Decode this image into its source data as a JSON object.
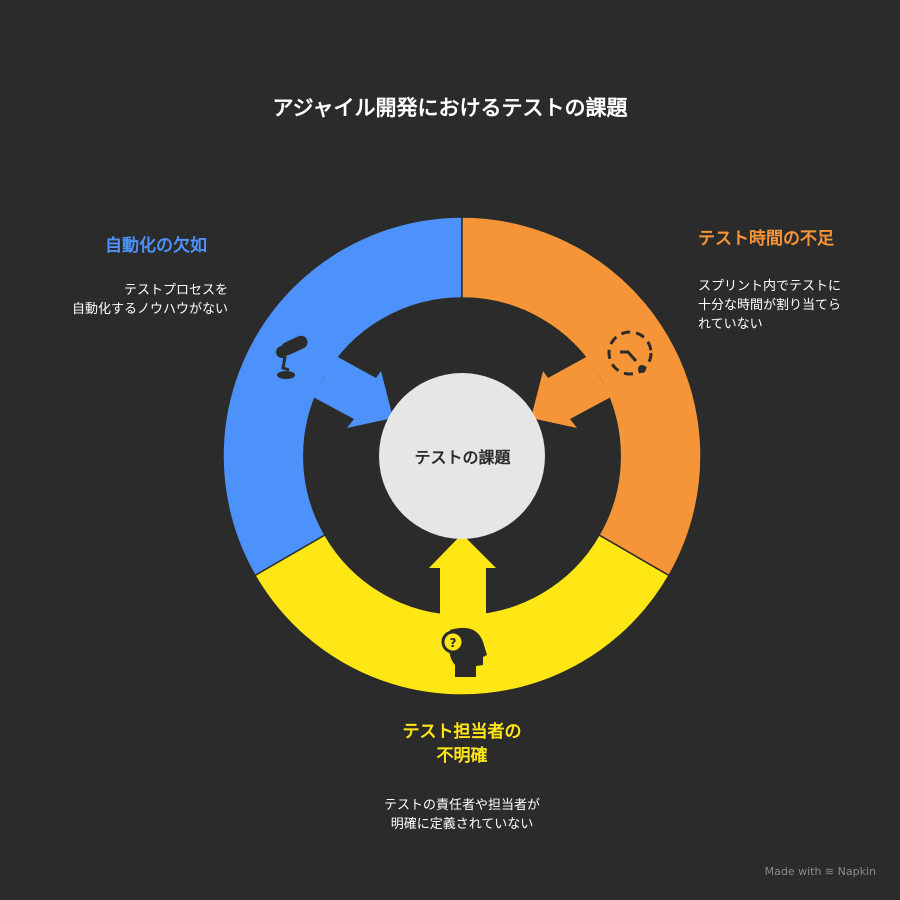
{
  "title": "アジャイル開発におけるテストの課題",
  "center": "テストの課題",
  "colors": {
    "blue": "#4d92fb",
    "orange": "#f59537",
    "yellow": "#fee715",
    "center": "#e6e6e6",
    "background": "#2b2b2b"
  },
  "items": [
    {
      "heading": "自動化の欠如",
      "lines": [
        "テストプロセスを",
        "自動化するノウハウがない"
      ],
      "icon": "robot-arm-icon"
    },
    {
      "heading": "テスト時間の不足",
      "lines": [
        "スプリント内でテストに",
        "十分な時間が割り当てら",
        "れていない"
      ],
      "icon": "clock-dashed-icon"
    },
    {
      "heading_lines": [
        "テスト担当者の",
        "不明確"
      ],
      "lines": [
        "テストの責任者や担当者が",
        "明確に定義されていない"
      ],
      "icon": "head-question-icon"
    }
  ],
  "footer": {
    "made_with": "Made with",
    "brand": "Napkin"
  }
}
